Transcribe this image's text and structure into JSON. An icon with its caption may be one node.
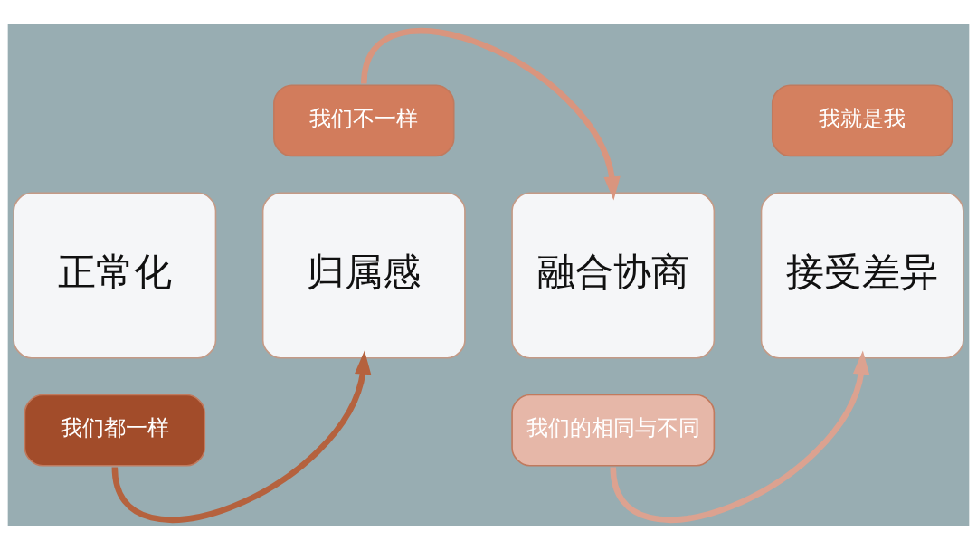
{
  "diagram": {
    "nodes": [
      {
        "text": [
          "正常化"
        ]
      },
      {
        "text": [
          "我们都一样"
        ]
      },
      {
        "text": [
          "归属感"
        ]
      },
      {
        "text": [
          "我们不一样"
        ]
      },
      {
        "text": [
          "融合协商"
        ]
      },
      {
        "text": [
          "我们的相同与不同"
        ]
      },
      {
        "text": [
          "接受差异"
        ]
      },
      {
        "text": [
          "我就是我"
        ]
      }
    ],
    "edges": [
      {
        "from": 1,
        "to": 2,
        "arrow": "to",
        "color": "#b5623e"
      },
      {
        "from": 3,
        "to": 4,
        "arrow": "to",
        "color": "#d9957e"
      },
      {
        "from": 5,
        "to": 6,
        "arrow": "to",
        "color": "#dca290"
      }
    ]
  }
}
